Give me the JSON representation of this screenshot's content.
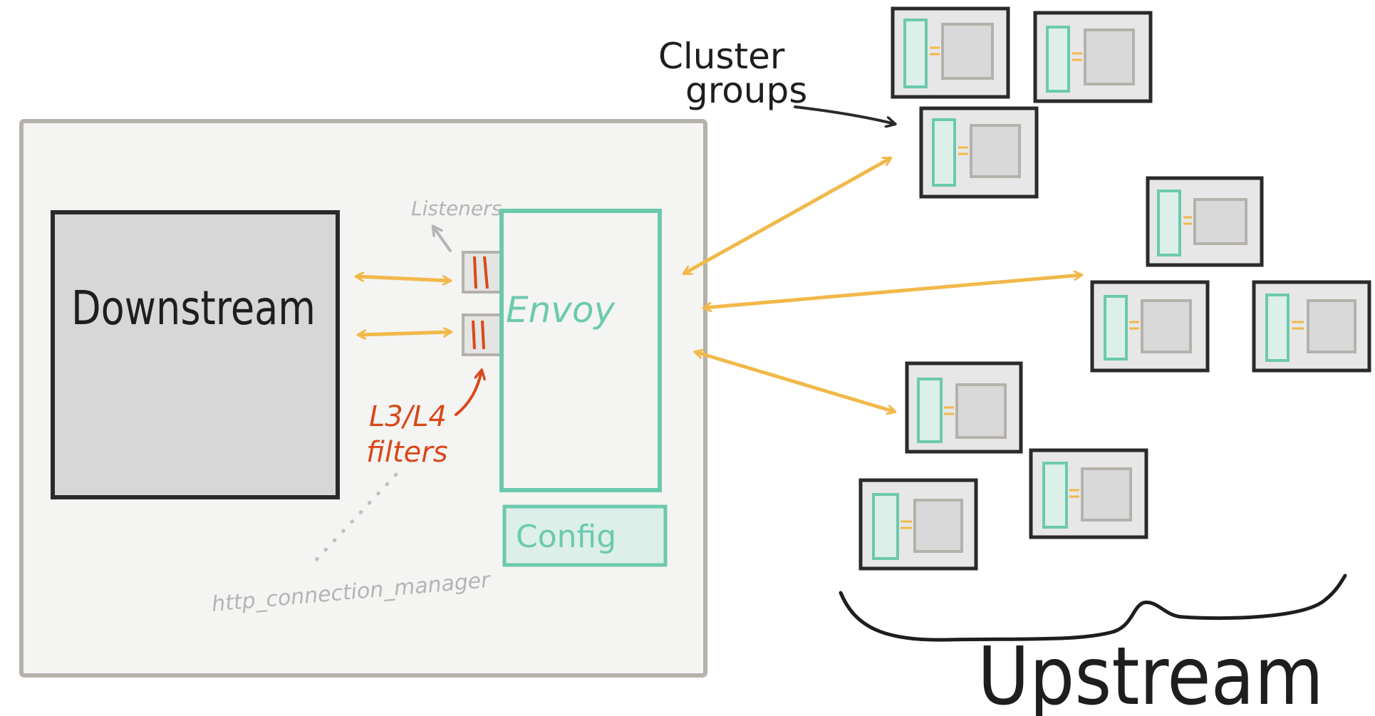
{
  "labels": {
    "downstream": "Downstream",
    "listeners": "Listeners",
    "envoy": "Envoy",
    "config": "Config",
    "filters_line1": "L3/L4",
    "filters_line2": "filters",
    "http_connection_manager": "http_connection_manager",
    "cluster_groups_line1": "Cluster",
    "cluster_groups_line2": "groups",
    "upstream": "Upstream"
  },
  "colors": {
    "outline_dark": "#2a2a2a",
    "outline_gray": "#b5b1ab",
    "panel_fill": "#f4f4f2",
    "downstream_fill": "#d7d7d7",
    "teal": "#6cc9ae",
    "teal_fill": "#dcefe9",
    "arrow_yellow": "#f1b84a",
    "filter_red": "#d9481a",
    "faint_text": "#b4b4b4",
    "host_fill": "#e7e7e7"
  }
}
